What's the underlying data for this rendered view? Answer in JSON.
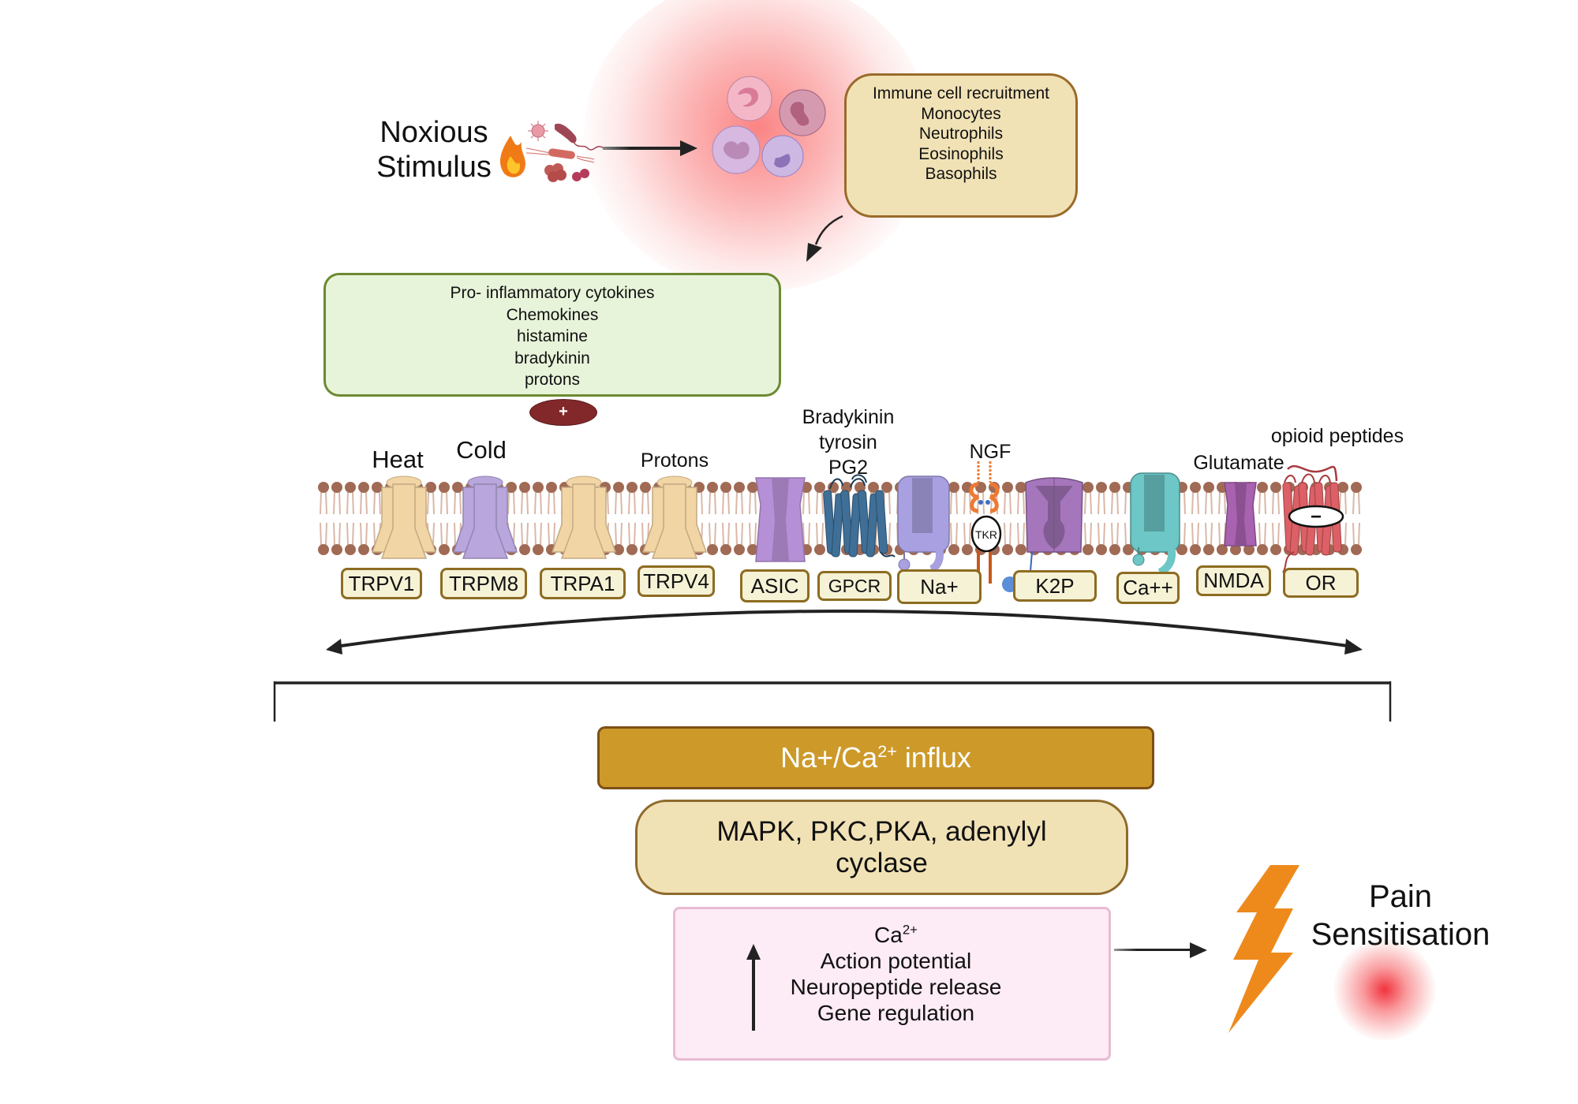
{
  "stimulus": {
    "title_lines": [
      "Noxious",
      "Stimulus"
    ],
    "icons": [
      "flame-icon",
      "virus-icon",
      "bacillus-icon",
      "flagellated-bacterium-icon",
      "coccus-cluster-icon",
      "diplococcus-icon"
    ]
  },
  "immune_cells": [
    "neutrophil",
    "eosinophil",
    "monocyte",
    "basophil"
  ],
  "immune_box": {
    "lines": [
      "Immune cell recruitment",
      "Monocytes",
      "Neutrophils",
      "Eosinophils",
      "Basophils"
    ]
  },
  "mediators_box": {
    "lines": [
      "Pro- inflammatory cytokines",
      "Chemokines",
      "histamine",
      "bradykinin",
      "protons"
    ],
    "sign": "+"
  },
  "stimuli_labels": {
    "heat": "Heat",
    "cold": "Cold",
    "protons": "Protons",
    "gpcr_ligands": [
      "Bradykinin",
      "tyrosin",
      "PG2"
    ],
    "ngf": "NGF",
    "glutamate": "Glutamate",
    "opioid": "opioid peptides"
  },
  "receptors": [
    {
      "label": "TRPV1",
      "color": "#f2d5a4"
    },
    {
      "label": "TRPM8",
      "color": "#b8a6dc"
    },
    {
      "label": "TRPA1",
      "color": "#f2d5a4"
    },
    {
      "label": "TRPV4",
      "color": "#f2d5a4"
    },
    {
      "label": "ASIC",
      "color": "#b690d6"
    },
    {
      "label": "GPCR",
      "color": "#3f6f97"
    },
    {
      "label": "Na+",
      "color": "#a8a0e0"
    },
    {
      "label": "K2P",
      "color": "#a676bc"
    },
    {
      "label": "Ca++",
      "color": "#6cc7c6"
    },
    {
      "label": "NMDA",
      "color": "#a862b0"
    },
    {
      "label": "OR",
      "color": "#dc6065"
    }
  ],
  "tkr_label": "TKR",
  "inhibit_sign": "−",
  "influx_box": {
    "prefix": "Na+/Ca",
    "sup": "2+",
    "suffix": " influx"
  },
  "kinase_box": {
    "lines": [
      "MAPK, PKC,PKA, adenylyl",
      "cyclase"
    ]
  },
  "outcome_box": {
    "ca_base": "Ca",
    "ca_sup": "2+",
    "lines": [
      "Action potential",
      "Neuropeptide release",
      "Gene regulation"
    ],
    "trend": "increase"
  },
  "result": {
    "lines": [
      "Pain",
      "Sensitisation"
    ]
  },
  "colors": {
    "membrane_head": "#a06a55",
    "membrane_tail": "#d9b8a8",
    "label_border": "#8d6c22",
    "influx_fill": "#cd9a2a",
    "bolt": "#ee8a1c",
    "plus_fill": "#82282a"
  }
}
